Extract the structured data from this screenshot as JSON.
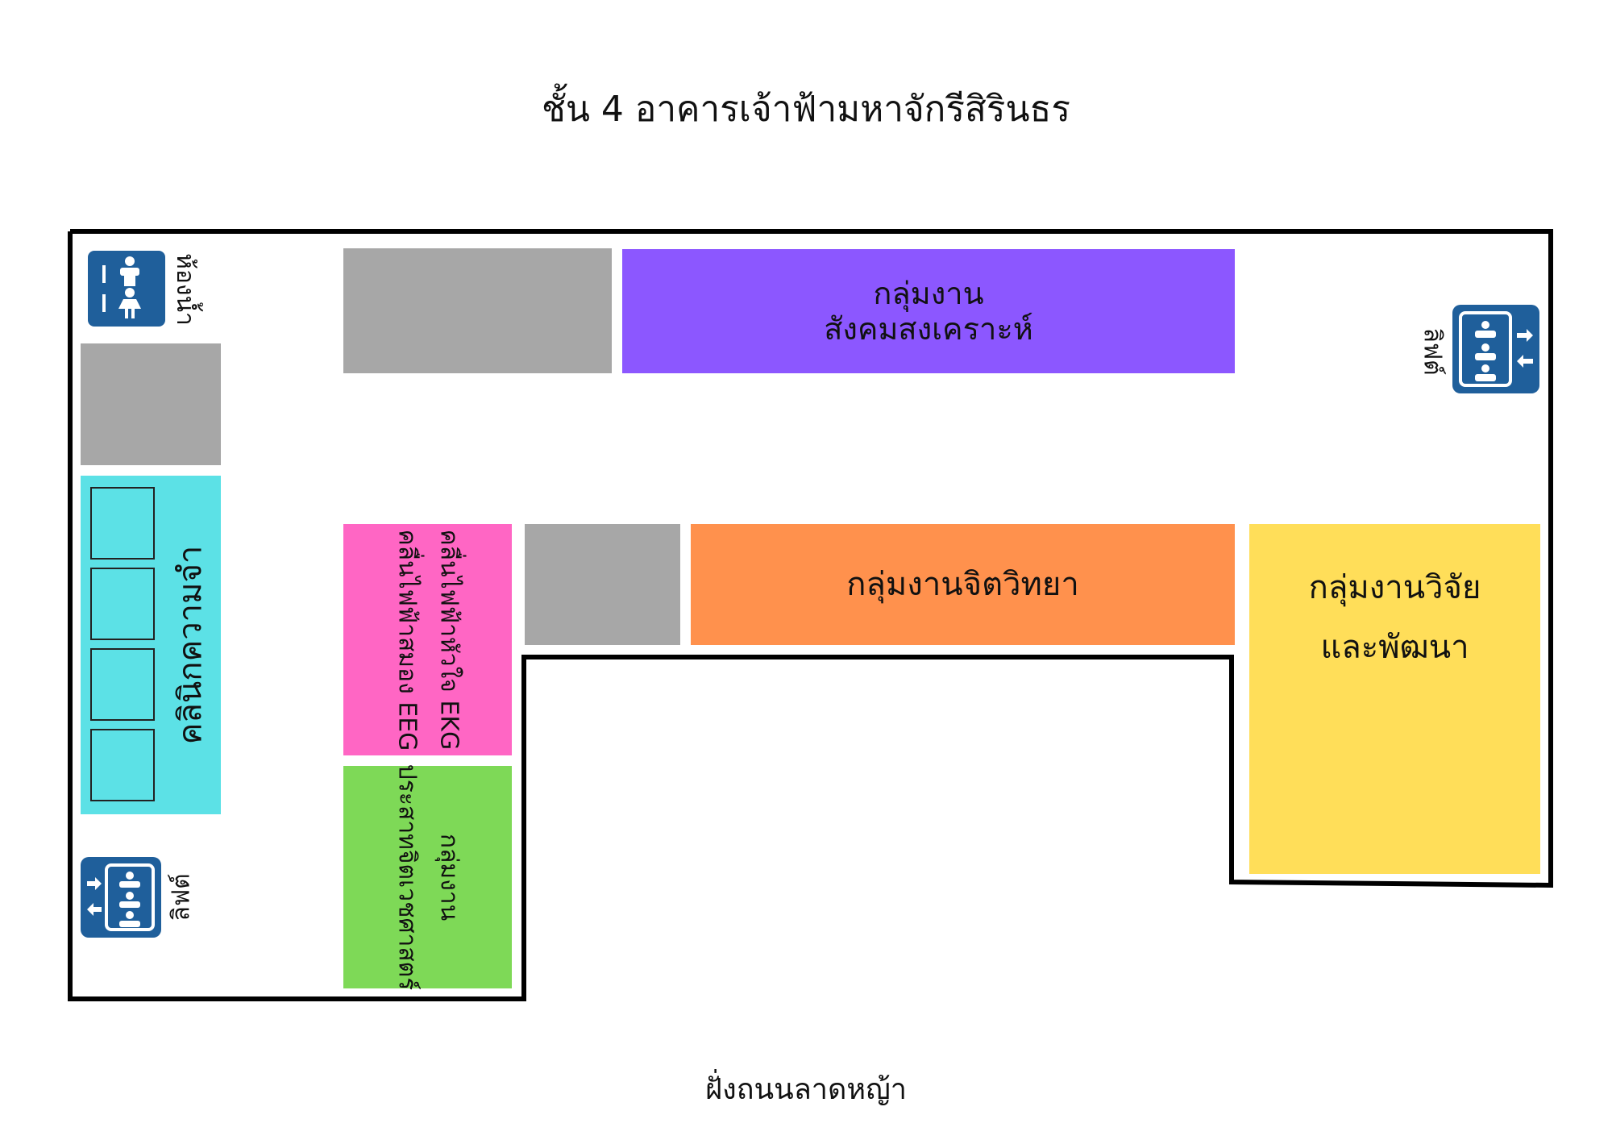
{
  "header": {
    "title": "ชั้น 4 อาคารเจ้าฟ้ามหาจักรีสิรินธร"
  },
  "footer": {
    "street_label": "ฝั่งถนนลาดหญ้า"
  },
  "rooms": {
    "social_work": {
      "line1": "กลุ่มงาน",
      "line2": "สังคมสงเคราะห์"
    },
    "memory_clinic": {
      "label": "คลินิกความจำ"
    },
    "ekg_eeg": {
      "line1": "คลื่นไฟฟ้าหัวใจ EKG",
      "line2": "คลื่นไฟฟ้าสมอง EEG"
    },
    "neuropsych": {
      "line1": "กลุ่มงาน",
      "line2": "ประสาทจิตเวชศาสตร์"
    },
    "psychology": {
      "label": "กลุ่มงานจิตวิทยา"
    },
    "research": {
      "line1": "กลุ่มงานวิจัย",
      "line2": "และพัฒนา"
    }
  },
  "facilities": {
    "restroom_label": "ห้องน้ำ",
    "elevator_right_label": "ลิฟต์",
    "elevator_left_label": "ลิฟต์"
  },
  "colors": {
    "grey_room": "#a7a7a7",
    "social_work": "#8c57ff",
    "memory_clinic": "#5ce1e6",
    "ekg_eeg": "#ff66c4",
    "neuropsych": "#7ed957",
    "psychology": "#ff914d",
    "research": "#ffde59",
    "icon_blue": "#1f5f9b"
  },
  "icons": {
    "restroom": "restroom-icon",
    "elevator": "elevator-icon"
  }
}
